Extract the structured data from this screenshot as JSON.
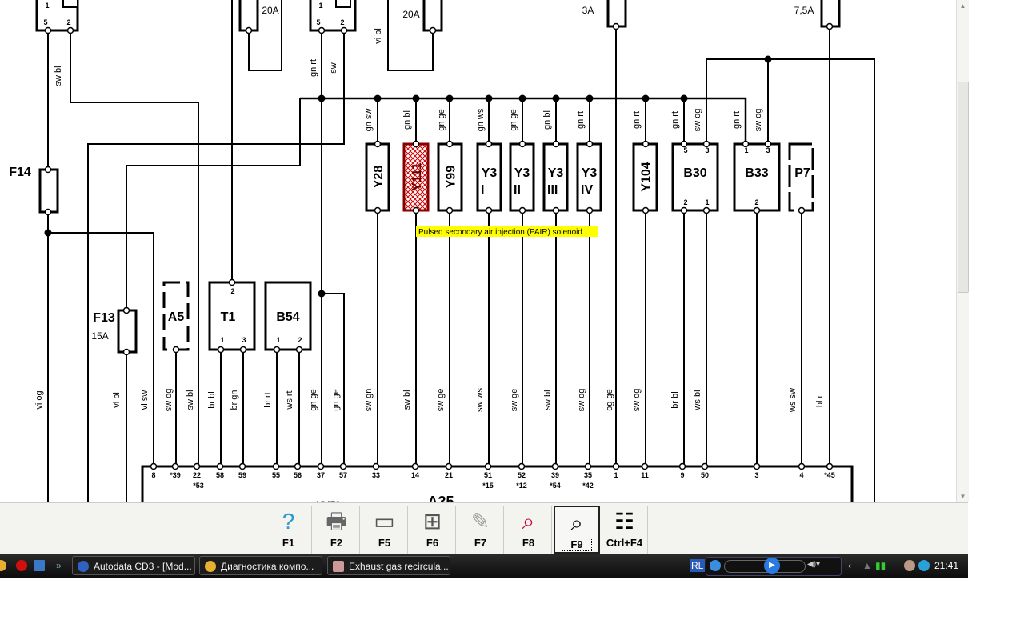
{
  "fuses": {
    "f14": "F14",
    "f13": "F13",
    "f13_rating": "15A",
    "top1": "20A",
    "top2": "20A",
    "top3": "3A",
    "top4": "7,5A"
  },
  "relay_pins": {
    "r1a": "5",
    "r1b": "2",
    "r1c": "1",
    "r2a": "5",
    "r2b": "2",
    "r2c": "1"
  },
  "top_wire_labels": [
    "sw bl",
    "gn rt",
    "sw",
    "vi bl",
    "gn sw",
    "gn bl",
    "gn ge",
    "gn ws",
    "gn ge",
    "gn bl",
    "gn rt",
    "gn rt",
    "gn rt",
    "sw og",
    "gn rt",
    "sw og"
  ],
  "components": [
    {
      "id": "Y28",
      "sub": ""
    },
    {
      "id": "Y111",
      "sub": ""
    },
    {
      "id": "Y99",
      "sub": ""
    },
    {
      "id": "Y3",
      "sub": "I"
    },
    {
      "id": "Y3",
      "sub": "II"
    },
    {
      "id": "Y3",
      "sub": "III"
    },
    {
      "id": "Y3",
      "sub": "IV"
    },
    {
      "id": "Y104",
      "sub": ""
    },
    {
      "id": "B30",
      "sub": ""
    },
    {
      "id": "B33",
      "sub": ""
    },
    {
      "id": "P7",
      "sub": ""
    },
    {
      "id": "A5",
      "sub": ""
    },
    {
      "id": "T1",
      "sub": ""
    },
    {
      "id": "B54",
      "sub": ""
    }
  ],
  "component_pins": {
    "b30": [
      "5",
      "3",
      "2",
      "1"
    ],
    "b33": [
      "1",
      "3",
      "2"
    ],
    "t1": [
      "2",
      "1",
      "3"
    ],
    "b54": [
      "1",
      "2"
    ]
  },
  "highlight_color": "#cc0000",
  "tooltip": "Pulsed secondary air injection (PAIR) solenoid",
  "bottom_wire_labels": [
    "vi og",
    "vi bl",
    "vi sw",
    "sw og",
    "sw bl",
    "br bl",
    "br gn",
    "br rt",
    "ws rt",
    "gn ge",
    "gn ge",
    "sw gn",
    "sw bl",
    "sw ge",
    "sw ws",
    "sw ge",
    "sw bl",
    "sw og",
    "og ge",
    "sw og",
    "br bl",
    "ws bl",
    "ws sw",
    "bl rt"
  ],
  "connector": {
    "name": "A35",
    "note": "*-DATC",
    "pins": [
      "8",
      "*39",
      "22",
      "58",
      "59",
      "55",
      "56",
      "37",
      "57",
      "33",
      "14",
      "21",
      "51",
      "52",
      "39",
      "35",
      "1",
      "11",
      "9",
      "50",
      "3",
      "4",
      "*45"
    ],
    "alt_pins": [
      "*53",
      "*15",
      "*12",
      "*54",
      "*42"
    ]
  },
  "toolbar": [
    {
      "key": "F1",
      "icon": "help-icon"
    },
    {
      "key": "F2",
      "icon": "print-icon"
    },
    {
      "key": "F5",
      "icon": "printer-setup-icon"
    },
    {
      "key": "F6",
      "icon": "connector-view-icon"
    },
    {
      "key": "F7",
      "icon": "probe-icon"
    },
    {
      "key": "F8",
      "icon": "component-locate-icon"
    },
    {
      "key": "F9",
      "icon": "zoom-icon"
    },
    {
      "key": "Ctrl+F4",
      "icon": "table-icon"
    }
  ],
  "taskbar": {
    "tasks": [
      "Autodata CD3 - [Mod...",
      "Диагностика компо...",
      "Exhaust gas recircula..."
    ],
    "lang": "RL",
    "clock": "21:41"
  }
}
